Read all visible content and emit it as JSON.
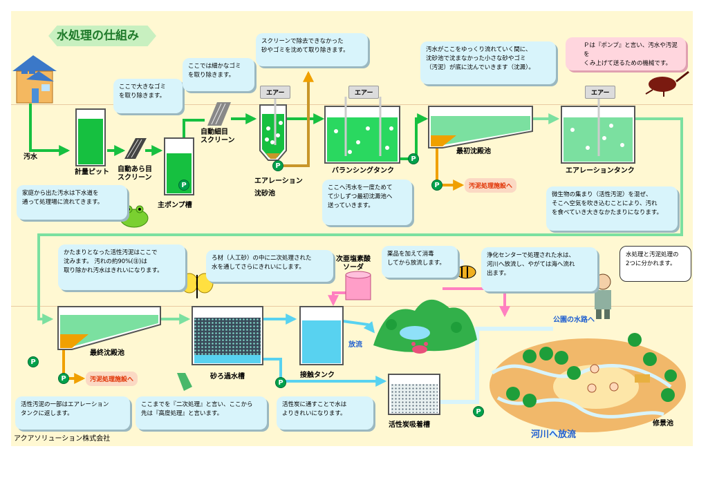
{
  "title": "水処理の仕組み",
  "company": "アクアソリューション株式会社",
  "air_label": "エアー",
  "pump_symbol": "P",
  "labels": {
    "sewage": "汚水",
    "metering_pit": "計量ピット",
    "auto_screen": "自動あら目\nスクリーン",
    "fine_screen": "自動細目\nスクリーン",
    "main_pump": "主ポンプ槽",
    "aeration_grit": "エアレーション\n沈砂池",
    "balancing_tank": "バランシングタンク",
    "primary_settling": "最初沈殿池",
    "aeration_tank": "エアレーションタンク",
    "final_settling": "最終沈殿池",
    "sand_filter": "砂ろ過水槽",
    "contact_tank": "接触タンク",
    "hypochlorite": "次亜塩素酸\nソーダ",
    "discharge": "放流",
    "carbon_tank": "活性炭吸着槽",
    "park_waterway": "公園の水路へ",
    "river_discharge": "河川へ放流",
    "pond": "修景池",
    "sludge_facility_1": "汚泥処理施設へ",
    "sludge_facility_2": "汚泥処理施設へ"
  },
  "bubbles": {
    "home": "家庭から出た汚水は下水道を\n通って処理場に流れてきます。",
    "coarse": "ここで大きなゴミ\nを取り除きます。",
    "fine": "ここでは細かなゴミ\nを取り除きます。",
    "grit": "スクリーンで除去できなかった\n砂やゴミを沈めて取り除きます。",
    "primary": "汚水がここをゆっくり流れていく間に、\n沈砂池で沈まなかった小さな砂やゴミ\n（汚泥）が底に沈んでいきます（沈澱）。",
    "pump": "Ｐは『ポンプ』と言い、汚水や汚泥を\nくみ上げて送るための機械です。",
    "balancing": "ここへ汚水を一度ためて\nて少しずつ最初沈澱池へ\n送っていきます。",
    "activated": "微生物の集まり（活性汚泥）を混ぜ、\nそこへ空気を吹き込むことにより、汚れ\nを食べていき大きなかたまりになります。",
    "final": "かたまりとなった活性汚泥はここで\n沈みます。 汚れの約90%(㊟)は\n取り除かれ汚水はきれいになります。",
    "sand": "ろ材（人工砂）の中に二次処理された\n水を通してさらにきれいにします。",
    "disinfect": "薬品を加えて消毒\nしてから放流します。",
    "center": "浄化センターで処理された水は、\n河川へ放流し、やがては海へ流れ\n出ます。",
    "split": "水処理と汚泥処理の\n2つに分かれます。",
    "return": "活性汚泥の一部はエアレーション\nタンクに返します。",
    "secondary": "ここまでを『二次処理』と言い、ここから\n先は『高度処理』と言います。",
    "carbon": "活性炭に通すことで水は\nよりきれいになります。"
  },
  "colors": {
    "water_green": "#16c040",
    "pipe_green": "#2ad860",
    "pipe_light": "#7be0a0",
    "sludge_orange": "#f0a000",
    "clean_water": "#58d2f0",
    "chemical_pink": "#ff80c0",
    "bubble_fill": "#d8f4fb",
    "pump_green": "#00a14b"
  },
  "icons": [
    "house-icon",
    "frog-icon",
    "butterfly-icon",
    "bee-icon",
    "beetle-icon",
    "crab-icon",
    "worker-icon",
    "hand-pointer-icon",
    "tree-icon",
    "children-icon"
  ]
}
